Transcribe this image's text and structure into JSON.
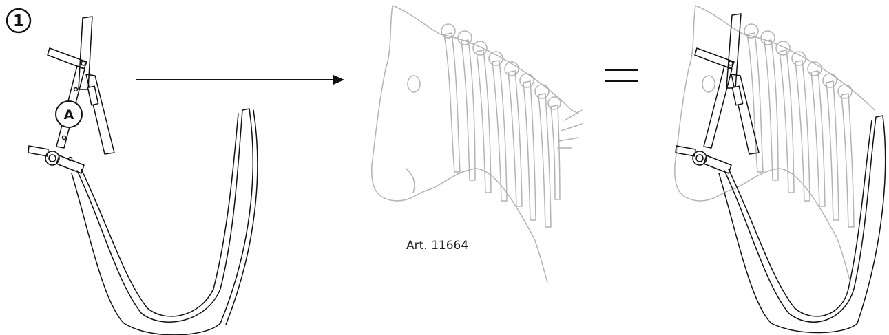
{
  "step": {
    "number": "1"
  },
  "callout": {
    "label": "A"
  },
  "caption": {
    "article": "Art. 11664"
  }
}
